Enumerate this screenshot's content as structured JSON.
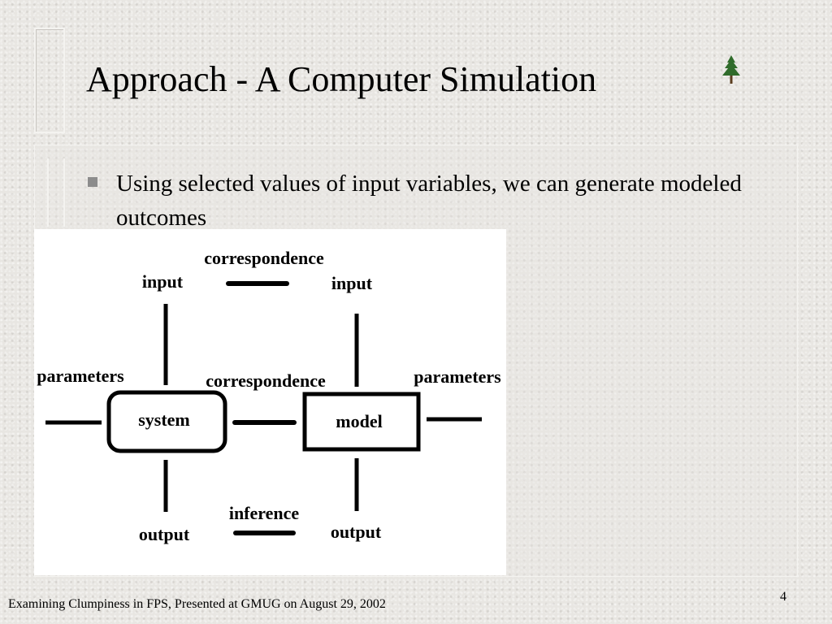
{
  "slide": {
    "title": "Approach - A Computer Simulation",
    "bullet": "Using selected values of input variables, we can generate modeled outcomes",
    "footer": "Examining Clumpiness in FPS, Presented at GMUG on August 29, 2002",
    "page_number": "4",
    "logo_icon": "pine-tree-icon"
  },
  "diagram": {
    "top_label": "correspondence",
    "middle_label": "correspondence",
    "bottom_label": "inference",
    "system": {
      "box_label": "system",
      "input_label": "input",
      "output_label": "output",
      "parameters_label": "parameters"
    },
    "model": {
      "box_label": "model",
      "input_label": "input",
      "output_label": "output",
      "parameters_label": "parameters"
    }
  }
}
